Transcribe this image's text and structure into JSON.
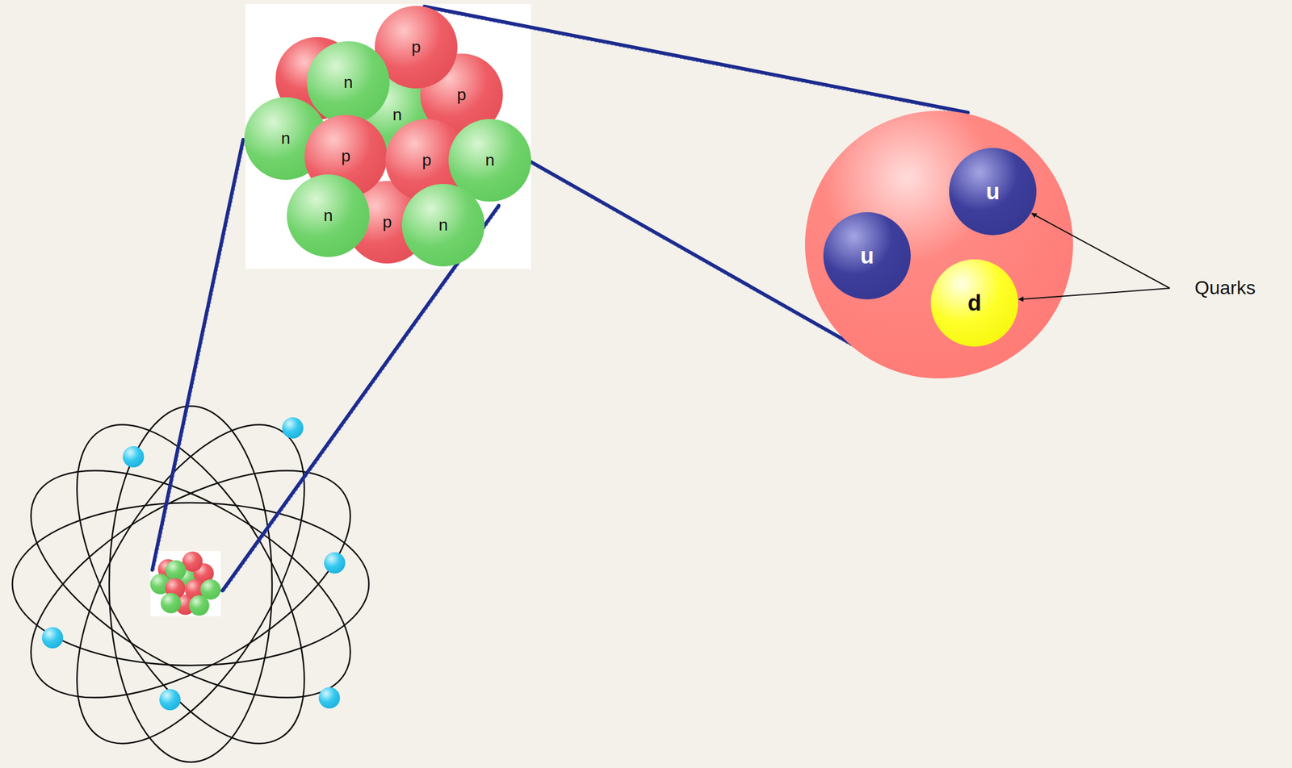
{
  "diagram": {
    "nodes": [
      {
        "text": [
          "p"
        ]
      },
      {
        "text": [
          "n"
        ]
      },
      {
        "text": [
          "p"
        ]
      },
      {
        "text": [
          "n"
        ]
      },
      {
        "text": [
          "n"
        ]
      },
      {
        "text": [
          "p"
        ]
      },
      {
        "text": [
          "p"
        ]
      },
      {
        "text": [
          "n"
        ]
      },
      {
        "text": [
          "n"
        ]
      },
      {
        "text": [
          "p"
        ]
      },
      {
        "text": [
          "n"
        ]
      },
      {
        "text": [
          "u"
        ]
      },
      {
        "text": [
          "u"
        ]
      },
      {
        "text": [
          "d"
        ]
      }
    ],
    "edges": [],
    "labels": [
      "Quarks"
    ]
  }
}
